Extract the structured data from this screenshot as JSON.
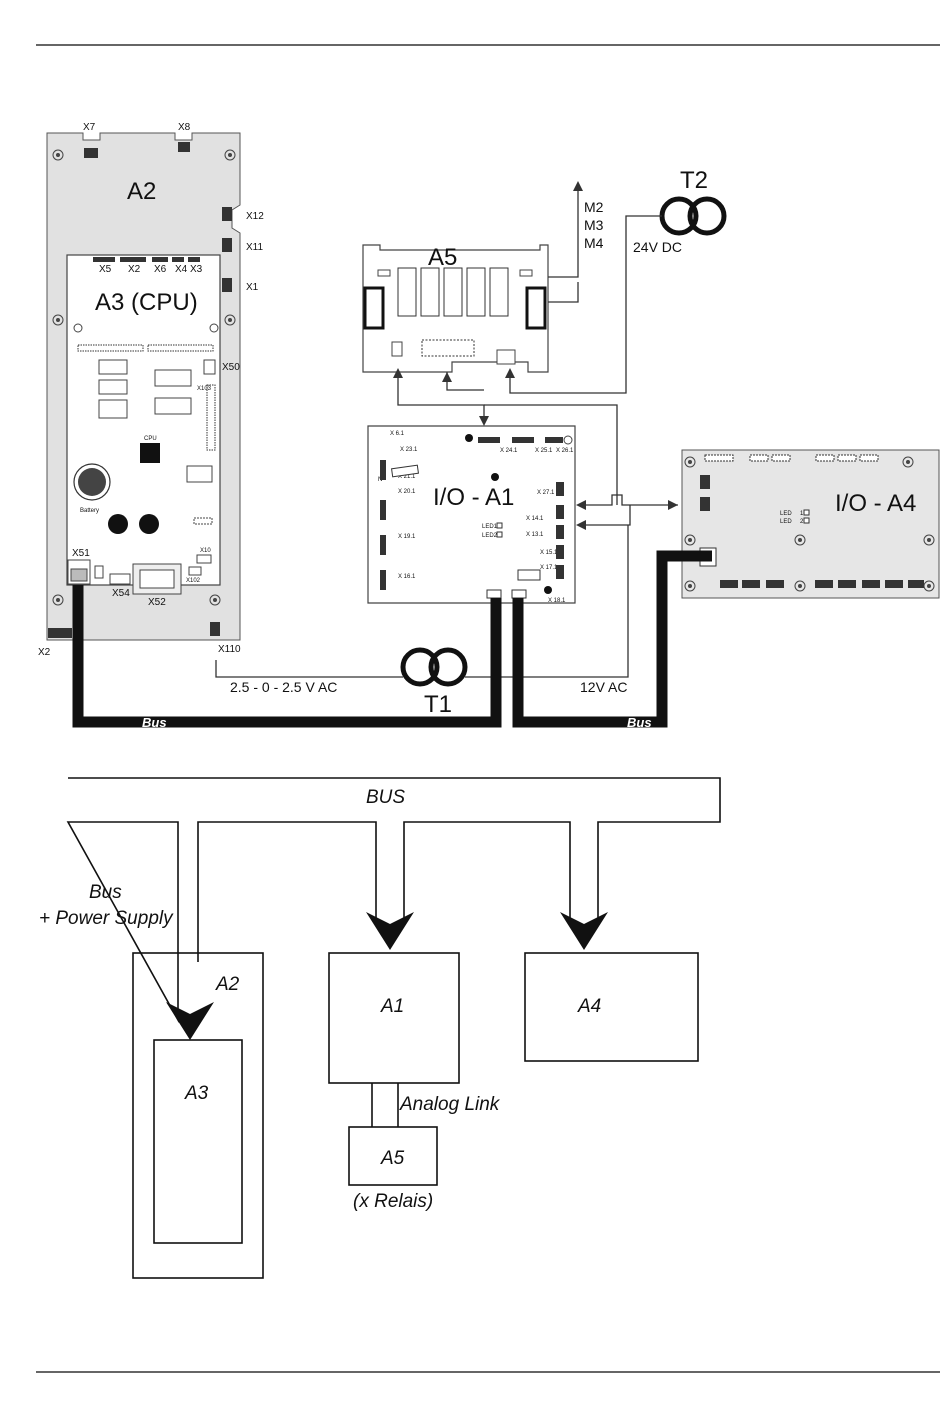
{
  "wiring_diagram": {
    "boards": {
      "a2": {
        "name": "A2",
        "connectors": [
          "X7",
          "X8",
          "X12",
          "X11",
          "X1",
          "X2",
          "X110"
        ]
      },
      "a3": {
        "name": "A3 (CPU)",
        "connectors_top": [
          "X5",
          "X2",
          "X6",
          "X4",
          "X3"
        ],
        "connectors_other": [
          "X50",
          "X51",
          "X54",
          "X52",
          "X10",
          "X102",
          "X103"
        ],
        "chip_label": "CPU",
        "battery_label": "Battery"
      },
      "a5": {
        "name": "A5"
      },
      "a1": {
        "name": "I/O - A1",
        "connectors": [
          "X 6.1",
          "X 23.1",
          "X 24.1",
          "X 25.1",
          "X 26.1",
          "X 21.1",
          "X 20.1",
          "X 27.1",
          "X 14.1",
          "X 13.1",
          "X 19.1",
          "X 15.1",
          "X 17.1",
          "X 16.1",
          "X 18.1"
        ],
        "led1": "LED1",
        "led2": "LED2",
        "mark_n": "N"
      },
      "a4": {
        "name": "I/O - A4",
        "led_label": "LED",
        "led1": "1",
        "led2": "2"
      }
    },
    "motors": [
      "M2",
      "M3",
      "M4"
    ],
    "t2": {
      "name": "T2",
      "voltage": "24V DC"
    },
    "t1": {
      "name": "T1",
      "voltage_left": "2.5 - 0 - 2.5 V AC",
      "voltage_right": "12V AC"
    },
    "bus_label": "Bus"
  },
  "block_diagram": {
    "bus": "BUS",
    "bus_power": [
      "Bus",
      "+ Power Supply"
    ],
    "a2": "A2",
    "a3": "A3",
    "a1": "A1",
    "a4": "A4",
    "a5": "A5",
    "analog_link": "Analog Link",
    "relais": "(x Relais)"
  }
}
